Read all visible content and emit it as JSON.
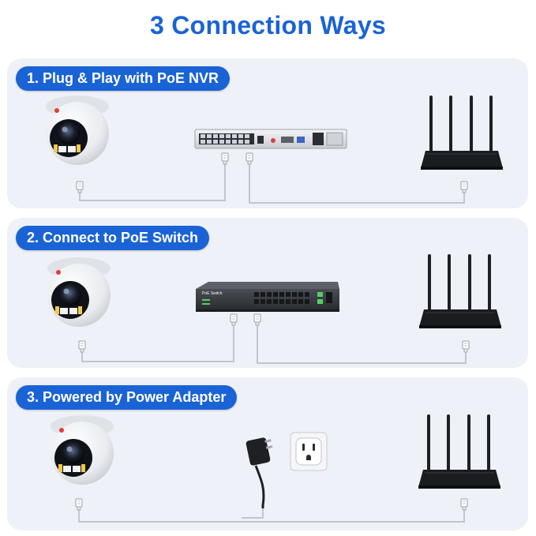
{
  "title": "3 Connection Ways",
  "sections": [
    {
      "label": "1. Plug & Play with PoE NVR"
    },
    {
      "label": "2. Connect to PoE Switch",
      "switch_label": "PoE Switch"
    },
    {
      "label": "3. Powered by Power Adapter"
    }
  ],
  "colors": {
    "accent": "#1a63d6",
    "panel": "#eef1f7"
  },
  "icons": [
    "camera-icon",
    "nvr-icon",
    "poe-switch-icon",
    "router-icon",
    "power-adapter-icon",
    "wall-outlet-icon",
    "rj45-plug-icon"
  ]
}
